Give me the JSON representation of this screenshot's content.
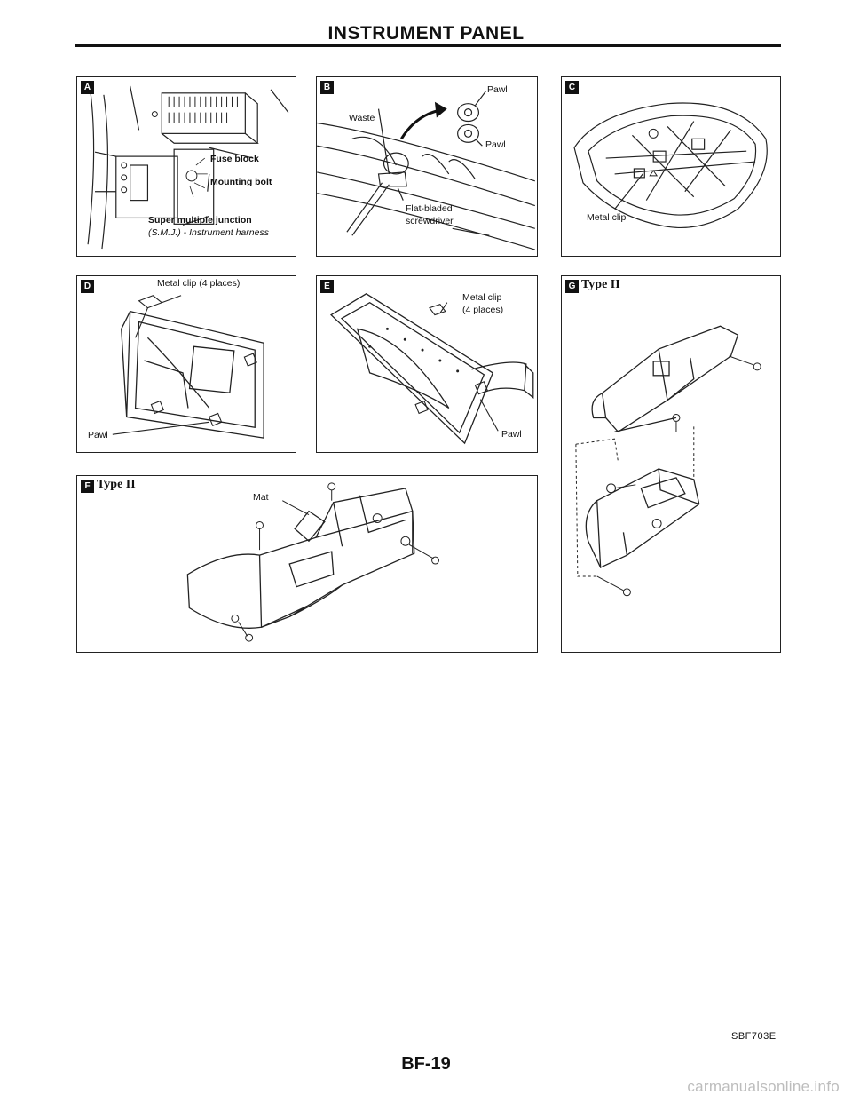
{
  "page": {
    "title": "INSTRUMENT PANEL",
    "page_number": "BF-19",
    "figure_code": "SBF703E",
    "watermark": "carmanualsonline.info"
  },
  "panels": {
    "a": {
      "badge": "A",
      "labels": {
        "fuse_block": "Fuse block",
        "mounting_bolt": "Mounting bolt",
        "smj_line1": "Super multiple junction",
        "smj_line2": "(S.M.J.) - Instrument harness"
      }
    },
    "b": {
      "badge": "B",
      "labels": {
        "waste": "Waste",
        "pawl_top": "Pawl",
        "pawl_bottom": "Pawl",
        "screwdriver_line1": "Flat-bladed",
        "screwdriver_line2": "screwdriver"
      }
    },
    "c": {
      "badge": "C",
      "labels": {
        "metal_clip": "Metal clip"
      }
    },
    "d": {
      "badge": "D",
      "labels": {
        "metal_clip": "Metal clip (4 places)",
        "pawl": "Pawl"
      }
    },
    "e": {
      "badge": "E",
      "labels": {
        "metal_clip_line1": "Metal clip",
        "metal_clip_line2": "(4 places)",
        "pawl": "Pawl"
      }
    },
    "f": {
      "badge": "F",
      "type_caption": "Type II",
      "labels": {
        "mat": "Mat"
      }
    },
    "g": {
      "badge": "G",
      "type_caption": "Type II"
    }
  }
}
